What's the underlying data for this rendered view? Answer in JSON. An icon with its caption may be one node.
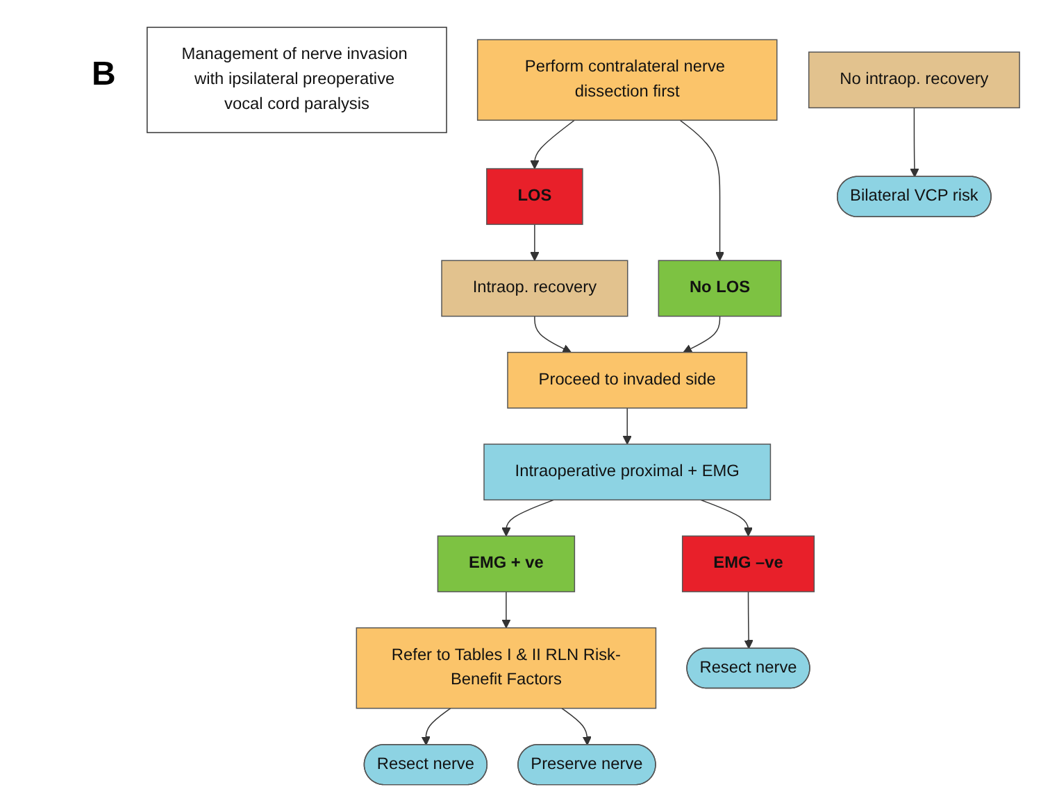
{
  "diagram": {
    "nodes": [
      {
        "text": [
          "Management of nerve invasion with ipsilateral preoperative vocal cord paralysis"
        ]
      },
      {
        "text": [
          "Perform contralateral nerve dissection first"
        ]
      },
      {
        "text": [
          "LOS"
        ]
      },
      {
        "text": [
          "No LOS"
        ]
      },
      {
        "text": [
          "Intraop. recovery"
        ]
      },
      {
        "text": [
          "Proceed to invaded side"
        ]
      },
      {
        "text": [
          "No intraop. recovery"
        ]
      },
      {
        "text": [
          "Intraoperative proximal + EMG"
        ]
      },
      {
        "text": [
          "Bilateral VCP risk"
        ]
      },
      {
        "text": [
          "EMG + ve"
        ]
      },
      {
        "text": [
          "EMG –ve"
        ]
      },
      {
        "text": [
          "Refer to Tables I & II RLN Risk-Benefit Factors"
        ]
      },
      {
        "text": [
          "Resect nerve"
        ]
      },
      {
        "text": [
          "Preserve nerve"
        ]
      },
      {
        "text": [
          "Resect nerve"
        ]
      }
    ],
    "edges": [
      {
        "from": 1,
        "to": 2,
        "arrow": "to"
      },
      {
        "from": 1,
        "to": 3,
        "arrow": "to"
      },
      {
        "from": 2,
        "to": 4,
        "arrow": "to"
      },
      {
        "from": 4,
        "to": 5,
        "arrow": "to"
      },
      {
        "from": 3,
        "to": 5,
        "arrow": "to"
      },
      {
        "from": 5,
        "to": 7,
        "arrow": "to"
      },
      {
        "from": 6,
        "to": 8,
        "arrow": "to"
      },
      {
        "from": 7,
        "to": 9,
        "arrow": "to"
      },
      {
        "from": 7,
        "to": 10,
        "arrow": "to"
      },
      {
        "from": 9,
        "to": 11,
        "arrow": "to"
      },
      {
        "from": 11,
        "to": 12,
        "arrow": "to"
      },
      {
        "from": 11,
        "to": 13,
        "arrow": "to"
      },
      {
        "from": 10,
        "to": 14,
        "arrow": "to"
      }
    ],
    "labels": [
      "B"
    ]
  }
}
